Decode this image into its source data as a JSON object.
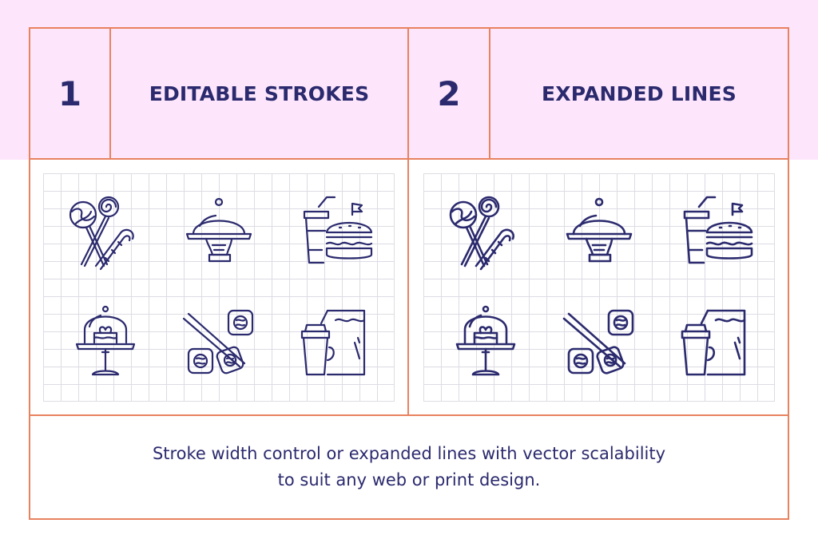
{
  "colors": {
    "header_band": "#fde6fb",
    "frame_lines": "#e8825f",
    "text": "#2b2a6e",
    "grid": "#dcdce4"
  },
  "sections": [
    {
      "number": "1",
      "title": "EDITABLE STROKES",
      "icons": [
        "lollipop-candy-cane-icon",
        "serving-cloche-icon",
        "drink-burger-icon",
        "cake-stand-icon",
        "sushi-chopsticks-icon",
        "coffee-paper-bag-icon"
      ]
    },
    {
      "number": "2",
      "title": "EXPANDED LINES",
      "icons": [
        "lollipop-candy-cane-icon",
        "serving-cloche-icon",
        "drink-burger-icon",
        "cake-stand-icon",
        "sushi-chopsticks-icon",
        "coffee-paper-bag-icon"
      ]
    }
  ],
  "caption": {
    "line1": "Stroke width control or expanded lines with vector scalability",
    "line2": "to suit any web or print design."
  }
}
